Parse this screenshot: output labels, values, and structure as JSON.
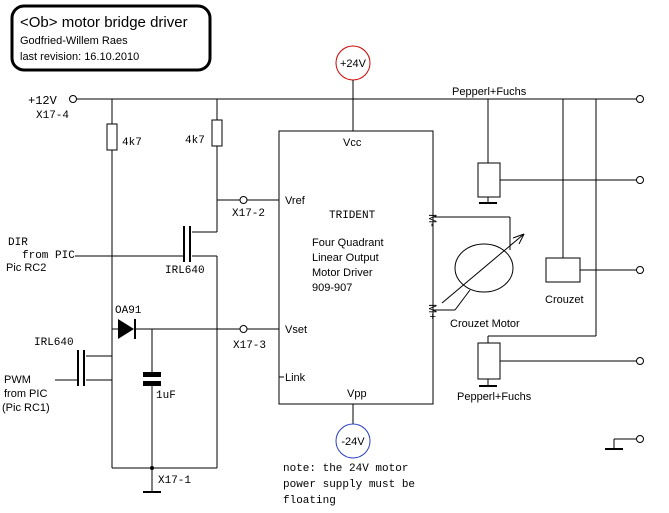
{
  "title_box": {
    "title": "<Ob> motor bridge driver",
    "author": "Godfried-Willem Raes",
    "revision": "last revision:  16.10.2010"
  },
  "supply": {
    "plus12": "+12V",
    "x17_4": "X17-4",
    "plus24": "+24V",
    "minus24": "-24V"
  },
  "resistors": {
    "r1": "4k7",
    "r2": "4k7"
  },
  "transistors": {
    "q1": "IRL640",
    "q2": "IRL640"
  },
  "diode": "OA91",
  "capacitor": "1uF",
  "connectors": {
    "x17_2": "X17-2",
    "x17_3": "X17-3",
    "x17_1": "X17-1"
  },
  "inputs": {
    "dir_line1": "DIR",
    "dir_line2": "from PIC",
    "dir_line3": "Pic RC2",
    "pwm_line1": "PWM",
    "pwm_line2": "from PIC",
    "pwm_line3": "(Pic RC1)"
  },
  "chip": {
    "vcc": "Vcc",
    "vref": "Vref",
    "vset": "Vset",
    "link": "Link",
    "vpp": "Vpp",
    "mminus": "M-",
    "mplus": "M+",
    "name": "TRIDENT",
    "desc1": "Four Quadrant",
    "desc2": "Linear Output",
    "desc3": "Motor Driver",
    "desc4": "909-907"
  },
  "motor_label": "Crouzet Motor",
  "sensors": {
    "pepperl_top": "Pepperl+Fuchs",
    "crouzet": "Crouzet",
    "pepperl_bottom": "Pepperl+Fuchs"
  },
  "note": {
    "line1": "note: the 24V motor",
    "line2": "power supply must be",
    "line3": "floating"
  }
}
